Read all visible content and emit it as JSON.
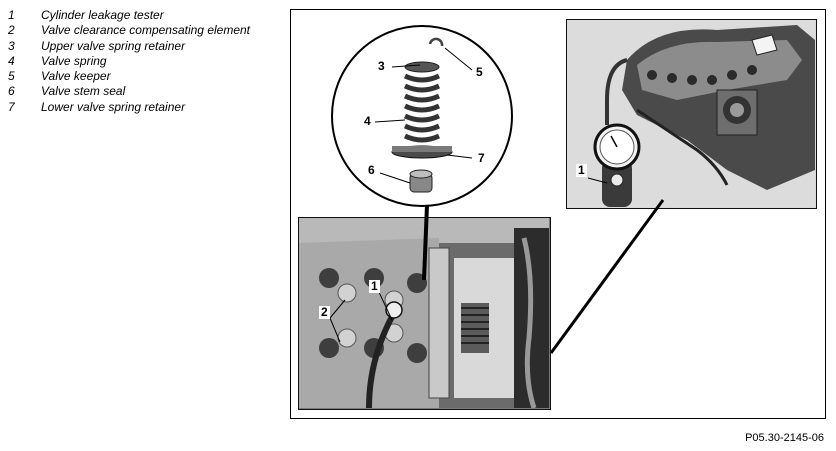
{
  "legend": [
    {
      "num": "1",
      "text": "Cylinder leakage tester"
    },
    {
      "num": "2",
      "text": "Valve clearance compensating element"
    },
    {
      "num": "3",
      "text": "Upper valve spring retainer"
    },
    {
      "num": "4",
      "text": "Valve spring"
    },
    {
      "num": "5",
      "text": "Valve keeper"
    },
    {
      "num": "6",
      "text": "Valve stem seal"
    },
    {
      "num": "7",
      "text": "Lower valve spring retainer"
    }
  ],
  "callouts": {
    "tester": {
      "c1": "1"
    },
    "detail": {
      "c3": "3",
      "c4": "4",
      "c5": "5",
      "c6": "6",
      "c7": "7"
    },
    "head": {
      "c1": "1",
      "c2": "2"
    }
  },
  "figure_id": "P05.30-2145-06"
}
